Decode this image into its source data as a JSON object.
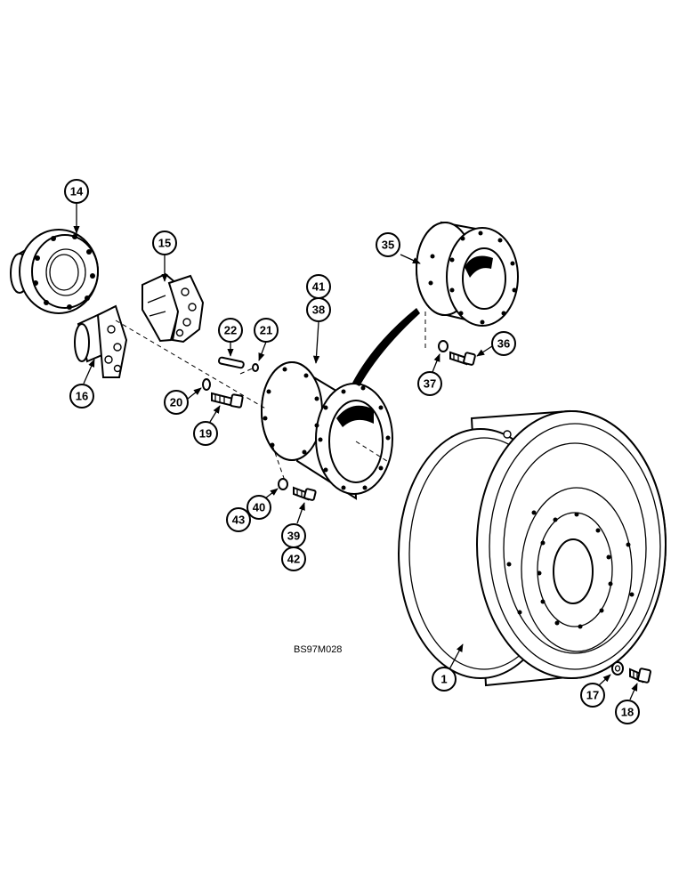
{
  "figure_code": "BS97M028",
  "callouts": [
    "14",
    "15",
    "16",
    "22",
    "21",
    "20",
    "19",
    "35",
    "41",
    "38",
    "36",
    "37",
    "40",
    "43",
    "39",
    "42",
    "1",
    "17",
    "18"
  ]
}
